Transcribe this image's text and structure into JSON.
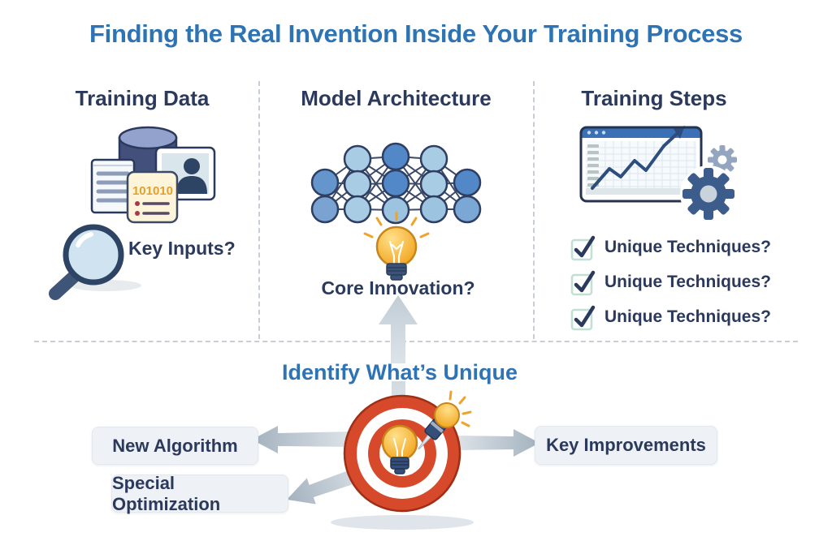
{
  "title": "Finding the Real Invention Inside Your Training Process",
  "sections": {
    "training_data": {
      "header": "Training Data",
      "caption": "Key Inputs?",
      "code_text": "101010"
    },
    "model_architecture": {
      "header": "Model Architecture",
      "caption": "Core Innovation?"
    },
    "training_steps": {
      "header": "Training Steps",
      "checklist": [
        "Unique Techniques?",
        "Unique Techniques?",
        "Unique Techniques?"
      ]
    }
  },
  "bottom": {
    "heading": "Identify What’s Unique",
    "labels": {
      "new_algorithm": "New Algorithm",
      "special_optimization": "Special Optimization",
      "key_improvements": "Key Improvements"
    }
  },
  "colors": {
    "accent_blue": "#2e74b5",
    "navy": "#2b3a5c",
    "target_red": "#d6492a",
    "bulb_yellow": "#f2a51f",
    "check_green": "#bfe0d2",
    "arrow_gray": "#a9b8c4",
    "node_light": "#a8cce4",
    "node_dark": "#5288c8"
  }
}
